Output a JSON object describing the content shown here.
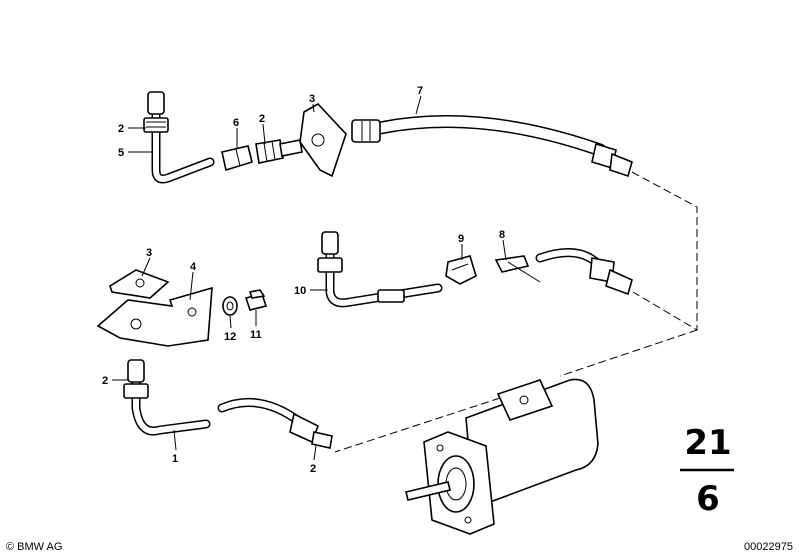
{
  "callouts": [
    {
      "id": "c2a",
      "label": "2"
    },
    {
      "id": "c5",
      "label": "5"
    },
    {
      "id": "c6",
      "label": "6"
    },
    {
      "id": "c2b",
      "label": "2"
    },
    {
      "id": "c3a",
      "label": "3"
    },
    {
      "id": "c7",
      "label": "7"
    },
    {
      "id": "c3b",
      "label": "3"
    },
    {
      "id": "c4",
      "label": "4"
    },
    {
      "id": "c12",
      "label": "12"
    },
    {
      "id": "c11",
      "label": "11"
    },
    {
      "id": "c10",
      "label": "10"
    },
    {
      "id": "c9",
      "label": "9"
    },
    {
      "id": "c8",
      "label": "8"
    },
    {
      "id": "c2c",
      "label": "2"
    },
    {
      "id": "c1",
      "label": "1"
    },
    {
      "id": "c2d",
      "label": "2"
    }
  ],
  "group_number": {
    "top": "21",
    "bottom": "6"
  },
  "copyright": "© BMW AG",
  "document_number": "00022975"
}
